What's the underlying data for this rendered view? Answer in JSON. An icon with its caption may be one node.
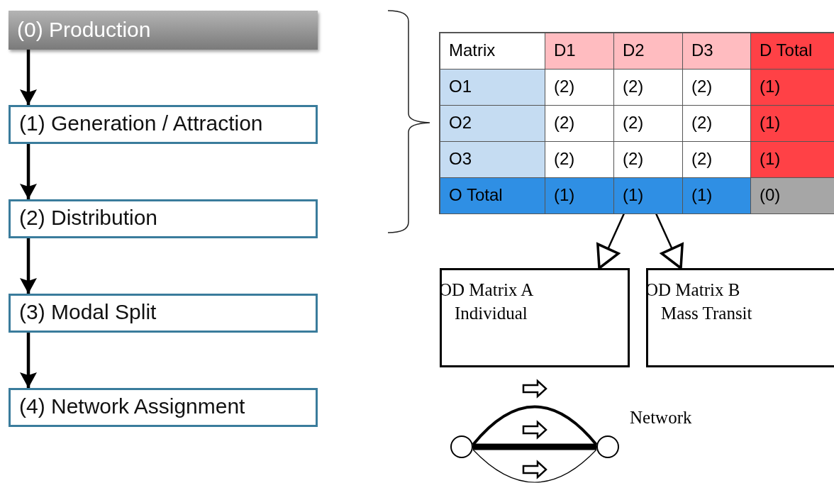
{
  "diagram": {
    "nodes": [
      {
        "text": [
          "(0) Production"
        ]
      },
      {
        "text": [
          "(1) Generation / Attraction"
        ]
      },
      {
        "text": [
          "(2) Distribution"
        ]
      },
      {
        "text": [
          "(3) Modal Split"
        ]
      },
      {
        "text": [
          "(4) Network Assignment"
        ]
      },
      {
        "text": [],
        "shape": "box"
      },
      {
        "text": [
          "OD Matrix A",
          "Individual"
        ]
      },
      {
        "text": [
          "OD Matrix B",
          "Mass Transit"
        ]
      },
      {
        "text": [],
        "shape": "circle"
      },
      {
        "text": [],
        "shape": "circle"
      }
    ],
    "edges": [
      {
        "from": 0,
        "to": 1,
        "arrow": "to"
      },
      {
        "from": 1,
        "to": 2,
        "arrow": "to"
      },
      {
        "from": 2,
        "to": 3,
        "arrow": "to"
      },
      {
        "from": 3,
        "to": 4,
        "arrow": "to"
      },
      {
        "from": 5,
        "to": 6,
        "arrow": "to"
      },
      {
        "from": 5,
        "to": 7,
        "arrow": "to"
      },
      {
        "from": 8,
        "to": 9,
        "arrow": "none"
      },
      {
        "from": 8,
        "to": 9,
        "arrow": "none",
        "style": "thick"
      },
      {
        "from": 8,
        "to": 9,
        "arrow": "none"
      }
    ],
    "labels": [
      "Matrix",
      "D1",
      "D2",
      "D3",
      "D Total",
      "O1",
      "(2)",
      "(2)",
      "(2)",
      "(1)",
      "O2",
      "(2)",
      "(2)",
      "(2)",
      "(1)",
      "O3",
      "(2)",
      "(2)",
      "(2)",
      "(1)",
      "O Total",
      "(1)",
      "(1)",
      "(1)",
      "(0)",
      "Network"
    ]
  }
}
